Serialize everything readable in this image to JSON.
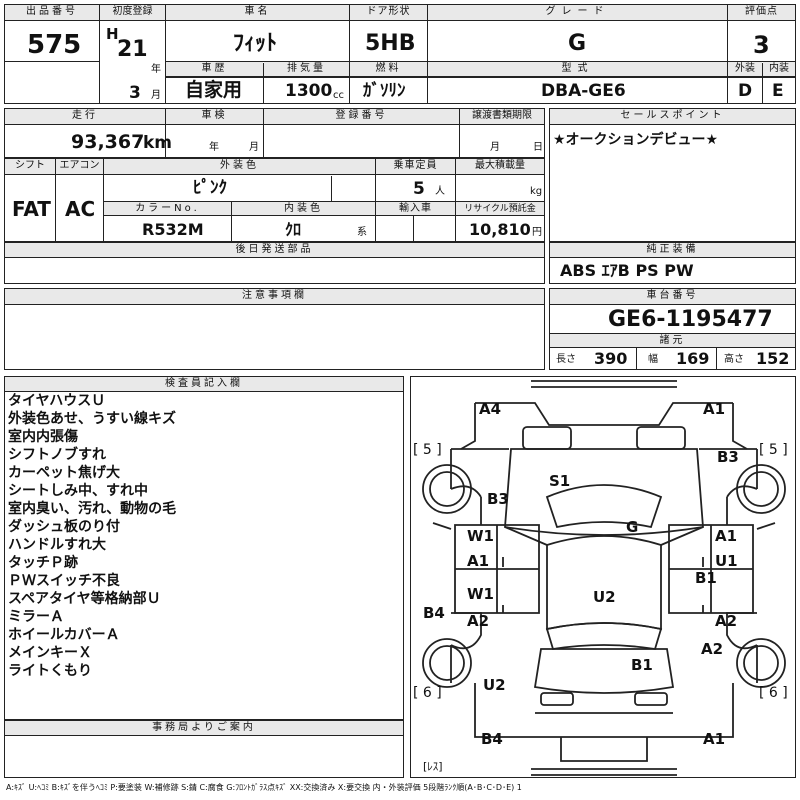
{
  "header": {
    "lot_label": "出品番号",
    "lot_value": "575",
    "first_reg_label": "初度登録",
    "era": "H",
    "year": "21",
    "year_unit": "年",
    "month": "3",
    "month_unit": "月",
    "car_name_label": "車名",
    "car_name": "ﾌｨｯﾄ",
    "door_label": "ドア形状",
    "door": "5HB",
    "grade_label": "グレード",
    "grade": "G",
    "score_label": "評価点",
    "score": "3",
    "history_label": "車歴",
    "history": "自家用",
    "displacement_label": "排気量",
    "displacement": "1300",
    "displacement_unit": "cc",
    "fuel_label": "燃料",
    "fuel": "ｶﾞｿﾘﾝ",
    "model_label": "型式",
    "model": "DBA-GE6",
    "exterior_label": "外装",
    "exterior": "D",
    "interior_label": "内装",
    "interior": "E"
  },
  "row2": {
    "mileage_label": "走行",
    "mileage": "93,367",
    "mileage_unit": "km",
    "inspection_label": "車検",
    "insp_year_unit": "年",
    "insp_month_unit": "月",
    "registration_label": "登録番号",
    "transfer_label": "譲渡書類期限",
    "transfer_month_unit": "月",
    "transfer_day_unit": "日",
    "selling_label": "セールスポイント",
    "selling_point": "★オークションデビュー★"
  },
  "row3": {
    "shift_label": "シフト",
    "shift": "FAT",
    "ac_label": "エアコン",
    "ac": "AC",
    "color_label": "外装色",
    "color": "ﾋﾟﾝｸ",
    "capacity_label": "乗車定員",
    "capacity": "5",
    "capacity_unit": "人",
    "max_load_label": "最大積載量",
    "max_load_unit": "kg",
    "color_no_label": "カラーNo.",
    "color_no": "R532M",
    "int_color_label": "内装色",
    "int_color": "ｸﾛ",
    "int_color_unit": "系",
    "import_label": "輸入車",
    "recycle_label": "リサイクル預託金",
    "recycle": "10,810",
    "recycle_unit": "円"
  },
  "later_parts_label": "後日発送部品",
  "equipment": {
    "label": "純正装備",
    "value": "ABS ｴｱB PS PW"
  },
  "notes_label": "注意事項欄",
  "chassis": {
    "label": "車台番号",
    "value": "GE6-1195477",
    "dims_label": "諸元",
    "length_label": "長さ",
    "length": "390",
    "width_label": "幅",
    "width": "169",
    "height_label": "高さ",
    "height": "152"
  },
  "inspector": {
    "label": "検査員記入欄",
    "items": [
      "タイヤハウスＵ",
      "外装色あせ、うすい線キズ",
      "室内内張傷",
      "シフトノブすれ",
      "カーペット焦げ大",
      "シートしみ中、すれ中",
      "室内臭い、汚れ、動物の毛",
      "ダッシュ板のり付",
      "ハンドルすれ大",
      "タッチＰ跡",
      "ＰＷスイッチ不良",
      "スペアタイヤ等格納部Ｕ",
      "ミラーＡ",
      "ホイールカバーＡ",
      "メインキーＸ",
      "ライトくもり"
    ]
  },
  "office_label": "事務局よりご案内",
  "diagram": {
    "a4_top": "A4",
    "a1_top": "A1",
    "b3_right": "B3",
    "s1": "S1",
    "b3_left": "B3",
    "g": "G",
    "w1_upper": "W1",
    "a1_left": "A1",
    "a1_right": "A1",
    "u1_right": "U1",
    "b1_right": "B1",
    "w1_lower": "W1",
    "a2_left": "A2",
    "u2_center": "U2",
    "b4_left": "B4",
    "a2_right": "A2",
    "a2_right_lower": "A2",
    "b1_rear": "B1",
    "u2_left": "U2",
    "b4_bottom": "B4",
    "a1_bottom": "A1",
    "tire_fl": "[ 5 ]",
    "tire_fr": "[ 5 ]",
    "tire_rl": "[ 6 ]",
    "tire_rr": "[ 6 ]",
    "spare": "[ﾚｽ]"
  },
  "legend": "A:ｷｽﾞ U:ﾍｺﾐ B:ｷｽﾞを伴うﾍｺﾐ P:要塗装 W:補修跡 S:錆 C:腐食 G:ﾌﾛﾝﾄｶﾞﾗｽ点ｷｽﾞ XX:交換済み X:要交換 内・外装評価 5段階ﾗﾝｸ順(A･B･C･D･E) 1"
}
